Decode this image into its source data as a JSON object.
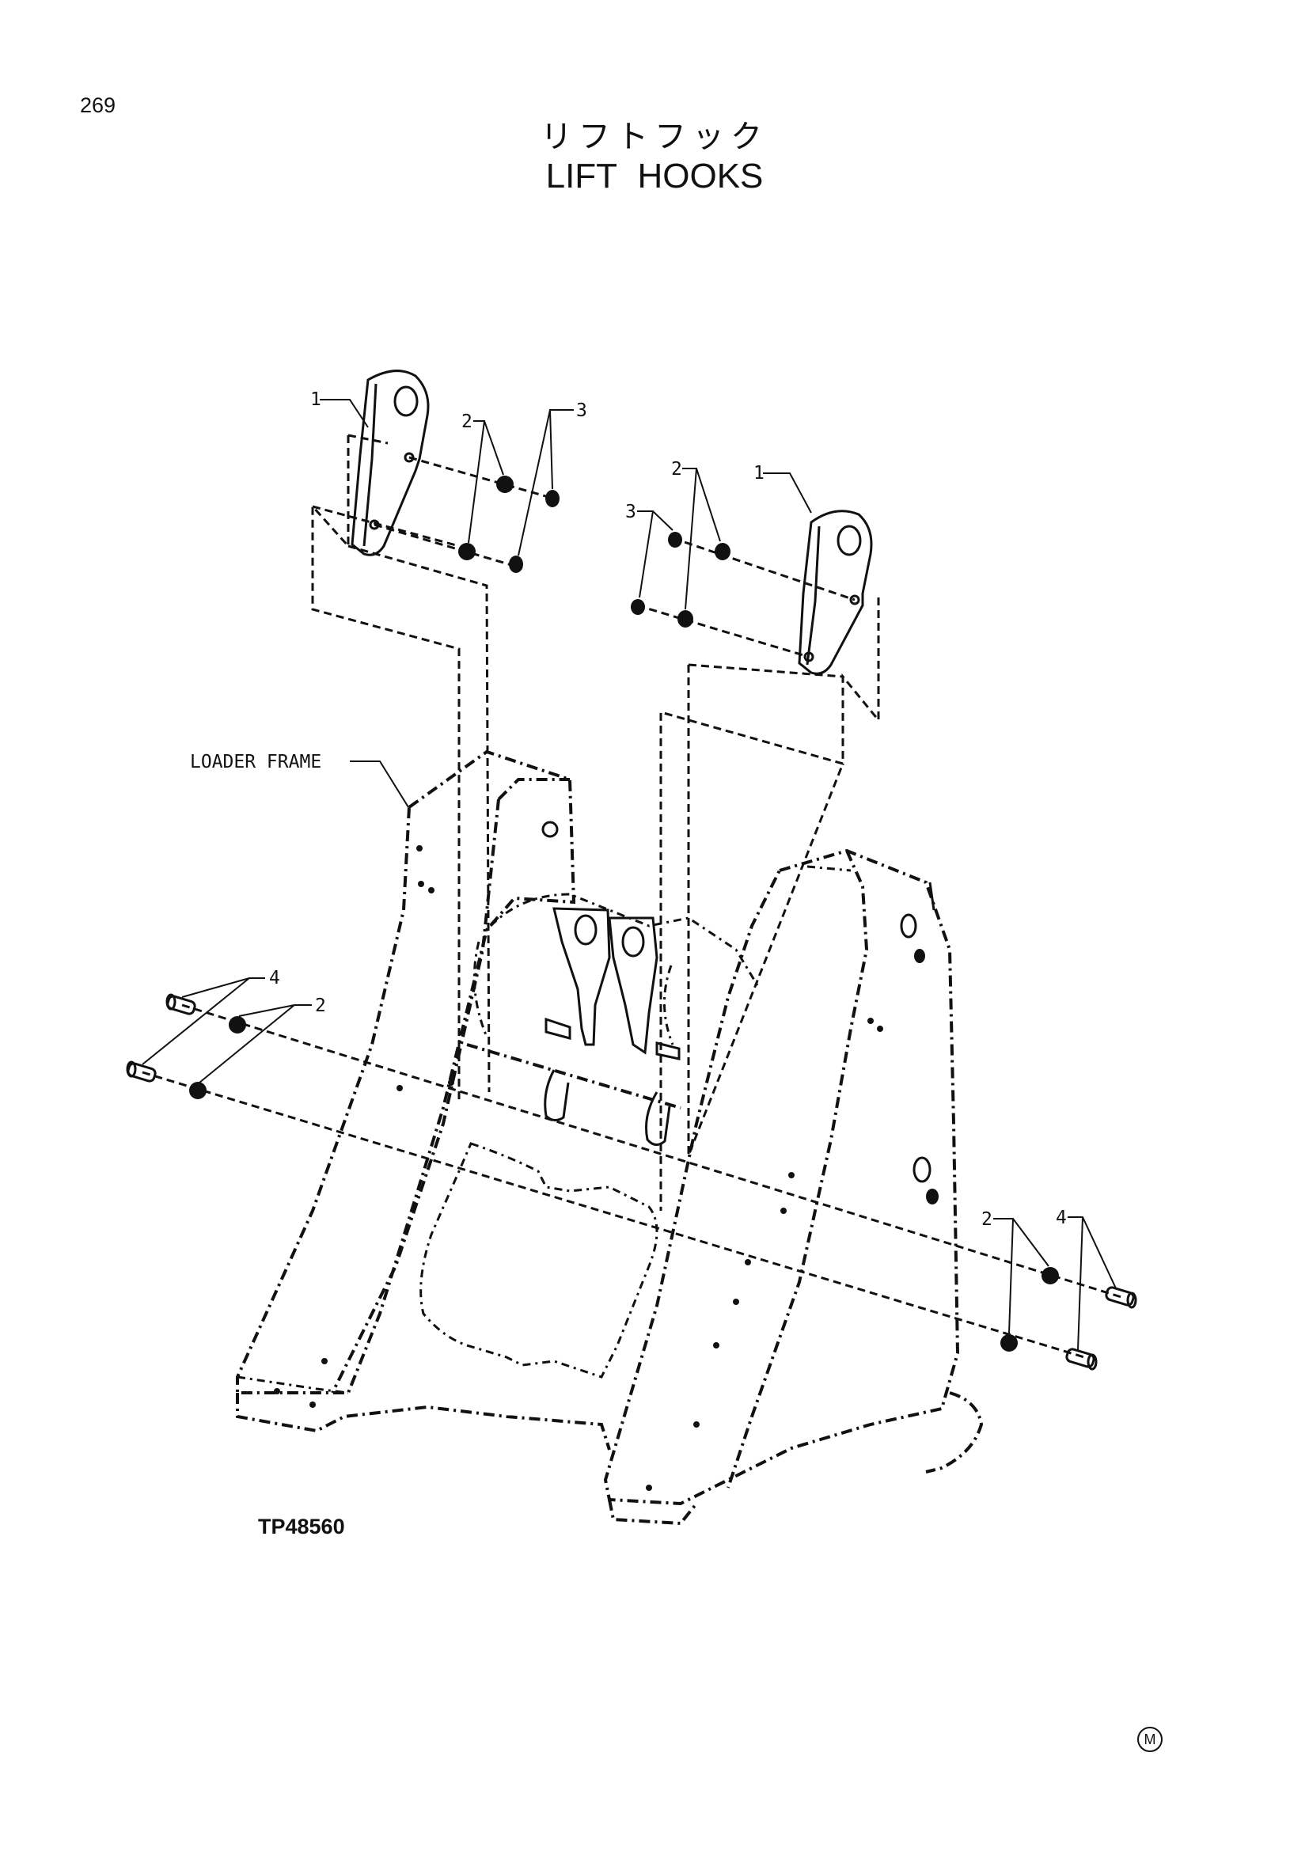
{
  "page_number": "269",
  "title_jp": "リフトフック",
  "title_en": "LIFT HOOKS",
  "figure_code": "TP48560",
  "corner_mark": "M",
  "callouts": {
    "hook_left": "1",
    "hook_right": "1",
    "washer_top_left": "2",
    "nut_top_left": "3",
    "washer_top_right": "2",
    "nut_top_right": "3",
    "bolt_left": "4",
    "washer_left": "2",
    "washer_right": "2",
    "bolt_right": "4",
    "loader_frame": "LOADER FRAME"
  }
}
